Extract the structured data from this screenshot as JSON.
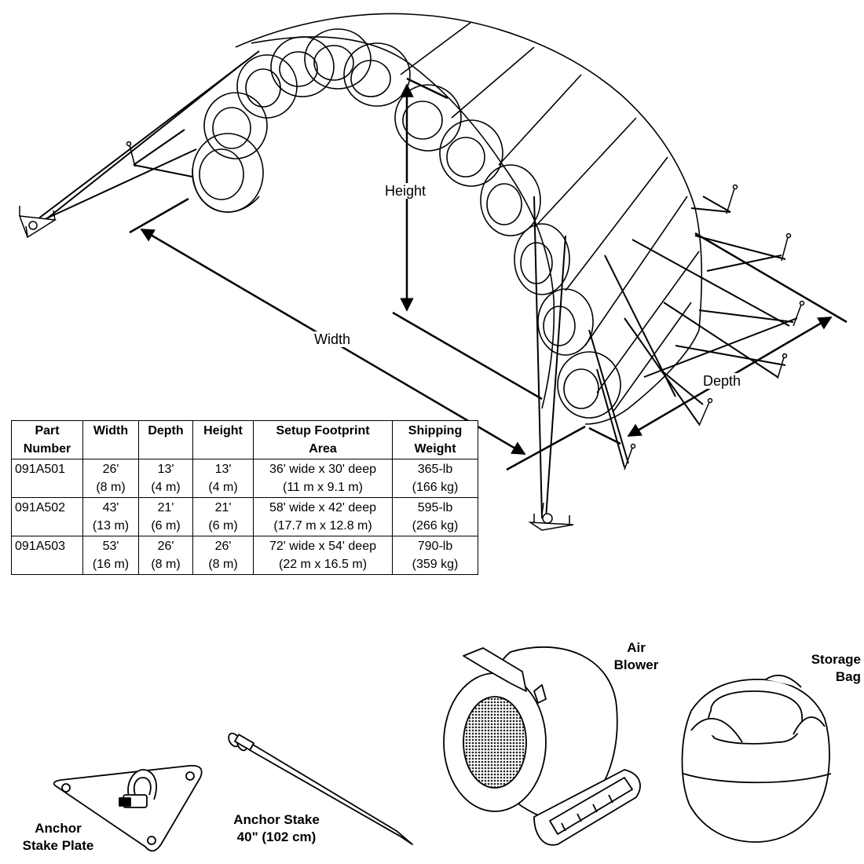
{
  "dimension_labels": {
    "height": "Height",
    "width": "Width",
    "depth": "Depth"
  },
  "table": {
    "headers": [
      "Part\nNumber",
      "Width",
      "Depth",
      "Height",
      "Setup Footprint\nArea",
      "Shipping\nWeight"
    ],
    "rows": [
      [
        "091A501",
        "26'\n(8 m)",
        "13'\n(4 m)",
        "13'\n(4 m)",
        "36' wide x 30' deep\n(11 m x 9.1 m)",
        "365-lb\n(166 kg)"
      ],
      [
        "091A502",
        "43'\n(13 m)",
        "21'\n(6 m)",
        "21'\n(6 m)",
        "58' wide x 42' deep\n(17.7 m x 12.8 m)",
        "595-lb\n(266 kg)"
      ],
      [
        "091A503",
        "53'\n(16 m)",
        "26'\n(8 m)",
        "26'\n(8 m)",
        "72' wide x 54' deep\n(22 m x 16.5 m)",
        "790-lb\n(359 kg)"
      ]
    ]
  },
  "accessories": {
    "air_blower": "Air\nBlower",
    "storage_bag": "Storage\nBag",
    "anchor_stake_plate": "Anchor\nStake Plate",
    "anchor_stake": "Anchor Stake\n40\" (102 cm)"
  }
}
